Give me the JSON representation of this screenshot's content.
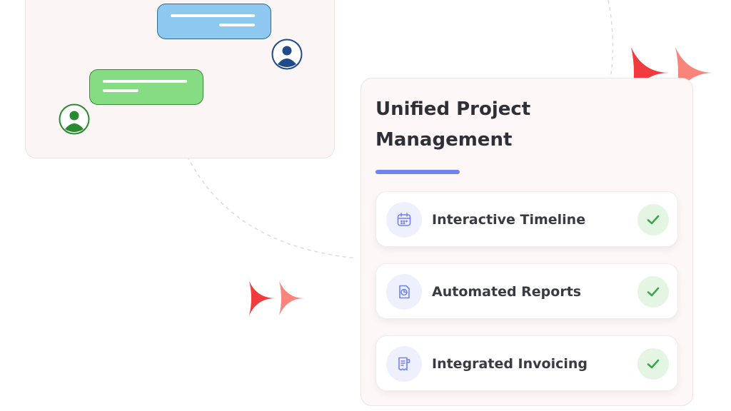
{
  "card": {
    "title": "Unified Project Management",
    "accent_color": "#6f83f3",
    "features": [
      {
        "label": "Interactive Timeline",
        "icon": "calendar-icon",
        "status_icon": "check-icon"
      },
      {
        "label": "Automated Reports",
        "icon": "report-icon",
        "status_icon": "check-icon"
      },
      {
        "label": "Integrated Invoicing",
        "icon": "invoice-receipt-icon",
        "status_icon": "check-icon"
      }
    ]
  },
  "chat_panel": {
    "messages": [
      {
        "color": "#8cc8f0",
        "icon": "user-avatar-icon"
      },
      {
        "color": "#86dc82",
        "icon": "user-avatar-icon"
      }
    ]
  },
  "decorations": {
    "arrow_color_primary": "#f03c3c",
    "arrow_color_secondary": "#f8847c"
  }
}
